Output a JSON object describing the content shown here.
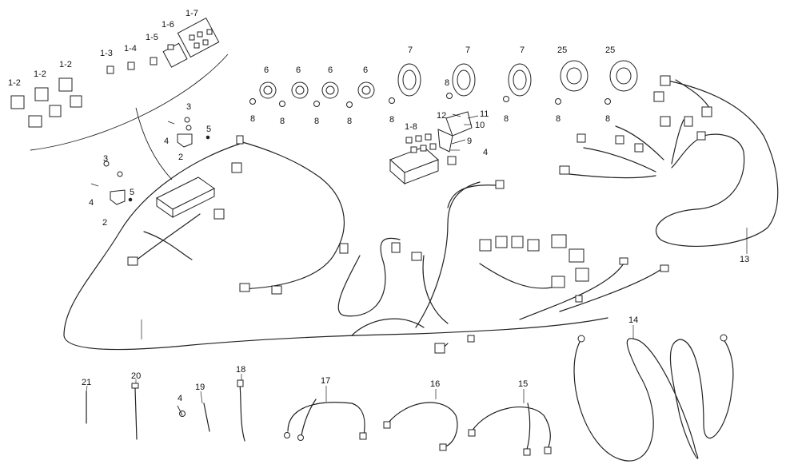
{
  "labels": {
    "l1_2a": "1-2",
    "l1_2b": "1-2",
    "l1_2c": "1-2",
    "l1_3": "1-3",
    "l1_4": "1-4",
    "l1_5": "1-5",
    "l1_6": "1-6",
    "l1_7": "1-7",
    "l1_8": "1-8",
    "l2a": "2",
    "l2b": "2",
    "l3a": "3",
    "l3b": "3",
    "l4a": "4",
    "l4b": "4",
    "l4c": "4",
    "l4d": "4",
    "l5a": "5",
    "l5b": "5",
    "l6a": "6",
    "l6b": "6",
    "l6c": "6",
    "l6d": "6",
    "l7a": "7",
    "l7b": "7",
    "l7c": "7",
    "l8a": "8",
    "l8b": "8",
    "l8c": "8",
    "l8d": "8",
    "l8e": "8",
    "l8f": "8",
    "l8g": "8",
    "l8h": "8",
    "l8i": "8",
    "l9": "9",
    "l10": "10",
    "l11": "11",
    "l12": "12",
    "l13": "13",
    "l14": "14",
    "l15": "15",
    "l16": "16",
    "l17": "17",
    "l18": "18",
    "l19": "19",
    "l20": "20",
    "l21": "21",
    "l25a": "25",
    "l25b": "25"
  }
}
